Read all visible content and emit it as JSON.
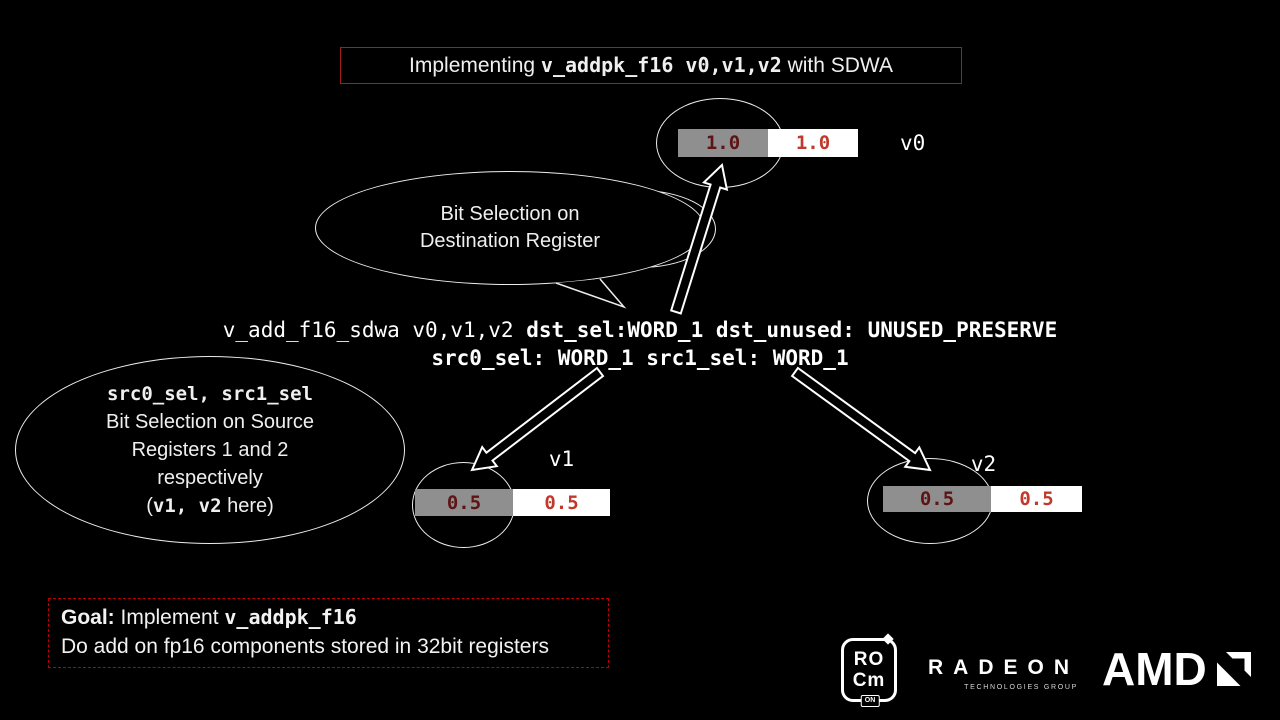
{
  "slide": {
    "title": {
      "pre": "Implementing ",
      "code": "v_addpk_f16 v0,v1,v2",
      "post": " with SDWA"
    },
    "instruction": {
      "l1_plain": "v_add_f16_sdwa v0,v1,v2 ",
      "l1_bold": "dst_sel:WORD_1 dst_unused: UNUSED_PRESERVE",
      "l2_bold": "src0_sel: WORD_1 src1_sel: WORD_1"
    },
    "dst_callout": {
      "l1": "Bit Selection on",
      "l2": "Destination Register"
    },
    "src_callout": {
      "l1_code": "src0_sel, src1_sel",
      "l2": "Bit Selection on Source",
      "l3": "Registers 1 and 2",
      "l4": "respectively",
      "l5_pre": "(",
      "l5_code": "v1, v2",
      "l5_post": " here)"
    },
    "registers": {
      "v0": {
        "label": "v0",
        "word1": "1.0",
        "word0": "1.0"
      },
      "v1": {
        "label": "v1",
        "word1": "0.5",
        "word0": "0.5"
      },
      "v2": {
        "label": "v2",
        "word1": "0.5",
        "word0": "0.5"
      }
    },
    "goal": {
      "label": "Goal:",
      "mid": " Implement ",
      "code": "v_addpk_f16",
      "line2": "Do add on fp16 components stored in 32bit registers"
    },
    "footer": {
      "rocm_top": "RO",
      "rocm_bottom": "Cm",
      "rocm_tab": "ON",
      "radeon": "RADEON",
      "radeon_sub": "TECHNOLOGIES GROUP",
      "amd": "AMD"
    },
    "colors": {
      "background": "#000000",
      "title_border": "#a61b1b",
      "goal_border": "#c00000",
      "value_red_on_white": "#c0392b",
      "value_red_on_gray": "#5e1414",
      "gray_box": "#8f8f8f",
      "outline_white": "#ededed"
    }
  }
}
